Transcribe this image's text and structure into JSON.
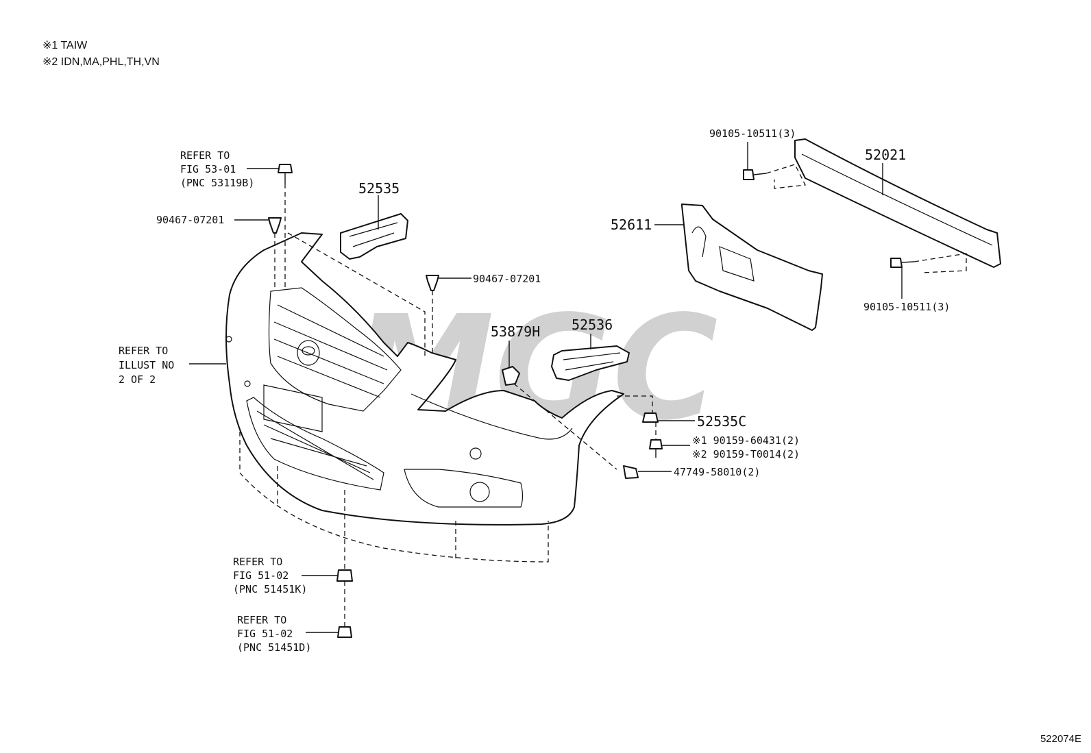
{
  "notes": [
    {
      "mark": "※1",
      "text": "TAIW"
    },
    {
      "mark": "※2",
      "text": "IDN,MA,PHL,TH,VN"
    }
  ],
  "figure_id": "522074E",
  "watermark": "MGC",
  "callouts": {
    "refer_53_01": [
      "REFER TO",
      "FIG 53-01",
      "(PNC 53119B)"
    ],
    "clip_90467_left": "90467-07201",
    "bracket_52535": "52535",
    "clip_90467_right": "90467-07201",
    "refer_illust": [
      "REFER TO",
      "ILLUST NO",
      "2 OF 2"
    ],
    "bolt_90105_top": "90105-10511(3)",
    "reinforcement_52021": "52021",
    "absorber_52611": "52611",
    "bolt_90105_bottom": "90105-10511(3)",
    "part_53879H": "53879H",
    "bracket_52536": "52536",
    "part_52535C": "52535C",
    "screw_90159_1": "※1 90159-60431(2)",
    "screw_90159_2": "※2 90159-T0014(2)",
    "clip_47749": "47749-58010(2)",
    "refer_51_02_k": [
      "REFER TO",
      "FIG 51-02",
      "(PNC 51451K)"
    ],
    "refer_51_02_d": [
      "REFER TO",
      "FIG 51-02",
      "(PNC 51451D)"
    ]
  }
}
